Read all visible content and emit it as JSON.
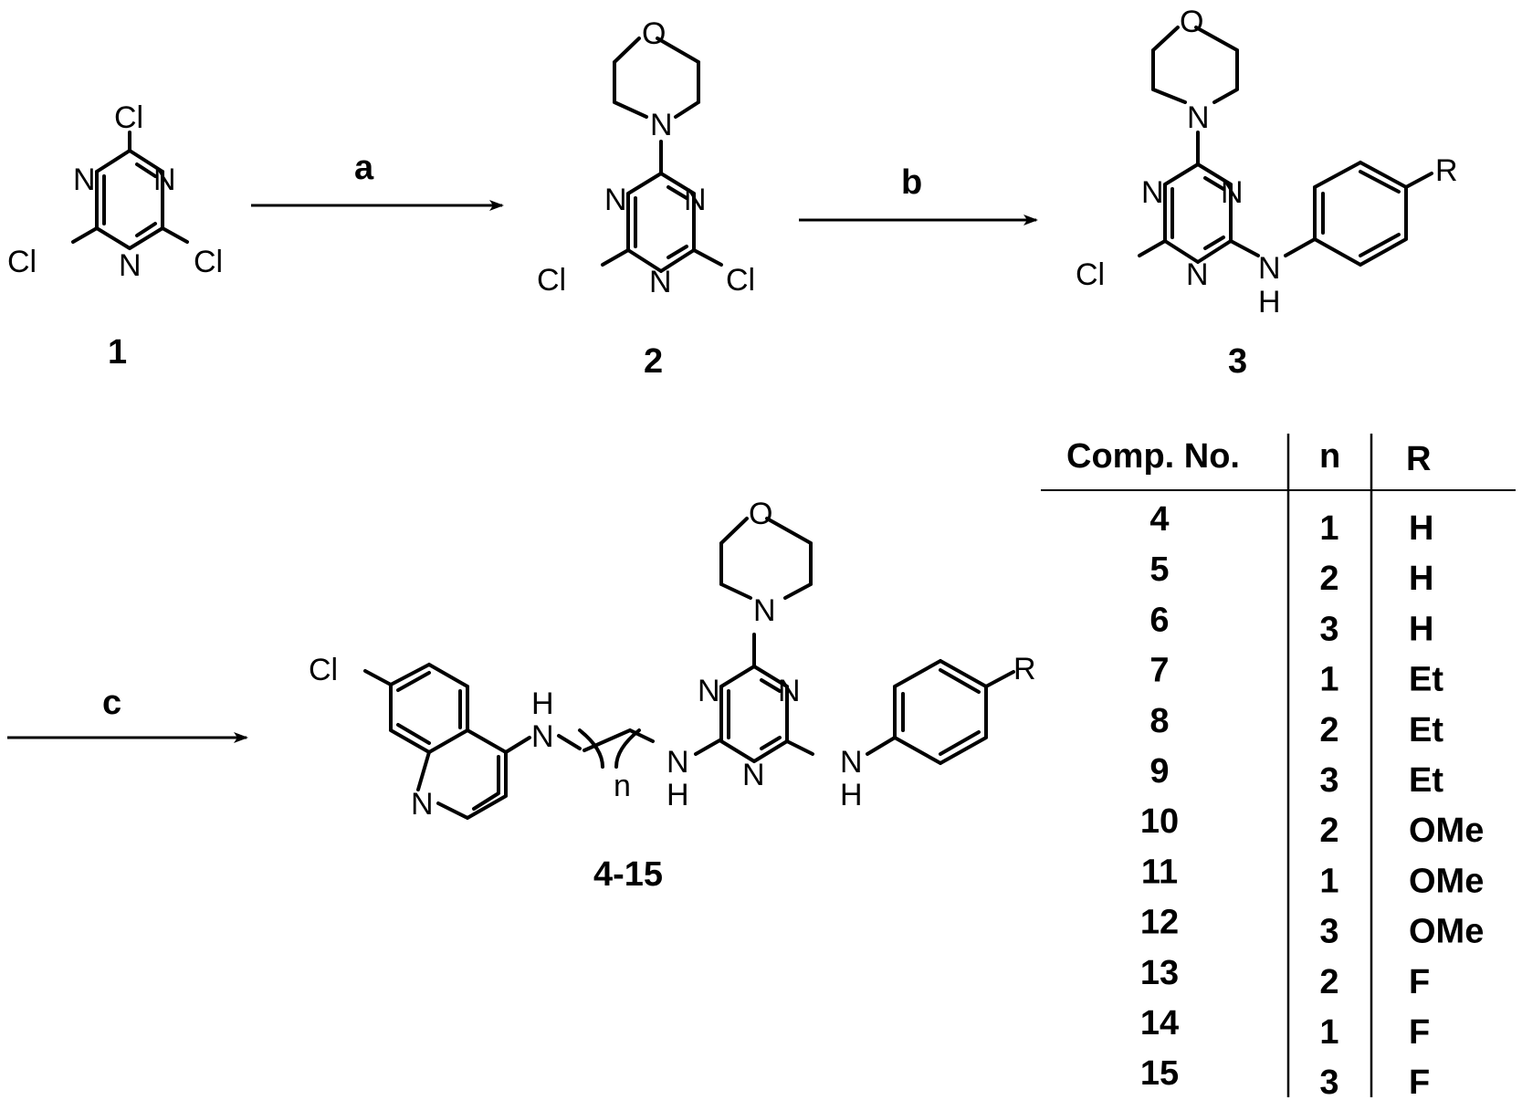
{
  "steps": {
    "a": "a",
    "b": "b",
    "c": "c"
  },
  "compounds": {
    "c1": "1",
    "c2": "2",
    "c3": "3",
    "c4": "4-15"
  },
  "atoms": {
    "cl": "Cl",
    "n": "N",
    "o": "O",
    "h": "H",
    "r": "R",
    "nsub": "n"
  },
  "table": {
    "headers": [
      "Comp. No.",
      "n",
      "R"
    ],
    "rows": [
      [
        "4",
        "1",
        "H"
      ],
      [
        "5",
        "2",
        "H"
      ],
      [
        "6",
        "3",
        "H"
      ],
      [
        "7",
        "1",
        "Et"
      ],
      [
        "8",
        "2",
        "Et"
      ],
      [
        "9",
        "3",
        "Et"
      ],
      [
        "10",
        "2",
        "OMe"
      ],
      [
        "11",
        "1",
        "OMe"
      ],
      [
        "12",
        "3",
        "OMe"
      ],
      [
        "13",
        "2",
        "F"
      ],
      [
        "14",
        "1",
        "F"
      ],
      [
        "15",
        "3",
        "F"
      ]
    ]
  }
}
